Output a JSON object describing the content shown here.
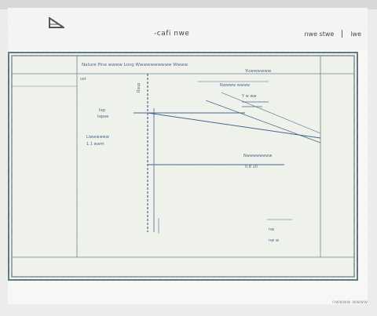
{
  "app": {
    "title": "-cafi nwe",
    "logo_icon": "triangle-drafting-icon"
  },
  "toolbar": {
    "item_left": "nwe stwe",
    "item_right": "lwe"
  },
  "drawing": {
    "title_block_text": "Nature  Pine  wwww  Long  Wwwwwwwwww  Wwww",
    "title_block_sub": "Yuwwwwww",
    "left_note": "ust",
    "center_label": "Rsup",
    "left_label_1": "tep",
    "left_label_2": "tepee",
    "left_label_group_a": "Liwwwwww",
    "left_label_group_b": "1.1 wwm",
    "upper_note_title": "Nwwww wwww",
    "upper_note_sub": "Y w ww",
    "mid_note_title": "Nwwwwwwww",
    "mid_note_sub": "0.8  10",
    "lower_note_1": "nw",
    "lower_note_2": "nw  w"
  },
  "footer": {
    "text": "nwwww wwww"
  },
  "colors": {
    "sheet_background": "#eef2ea",
    "frame_line": "#5c7380",
    "ink": "#3f5f8c"
  }
}
